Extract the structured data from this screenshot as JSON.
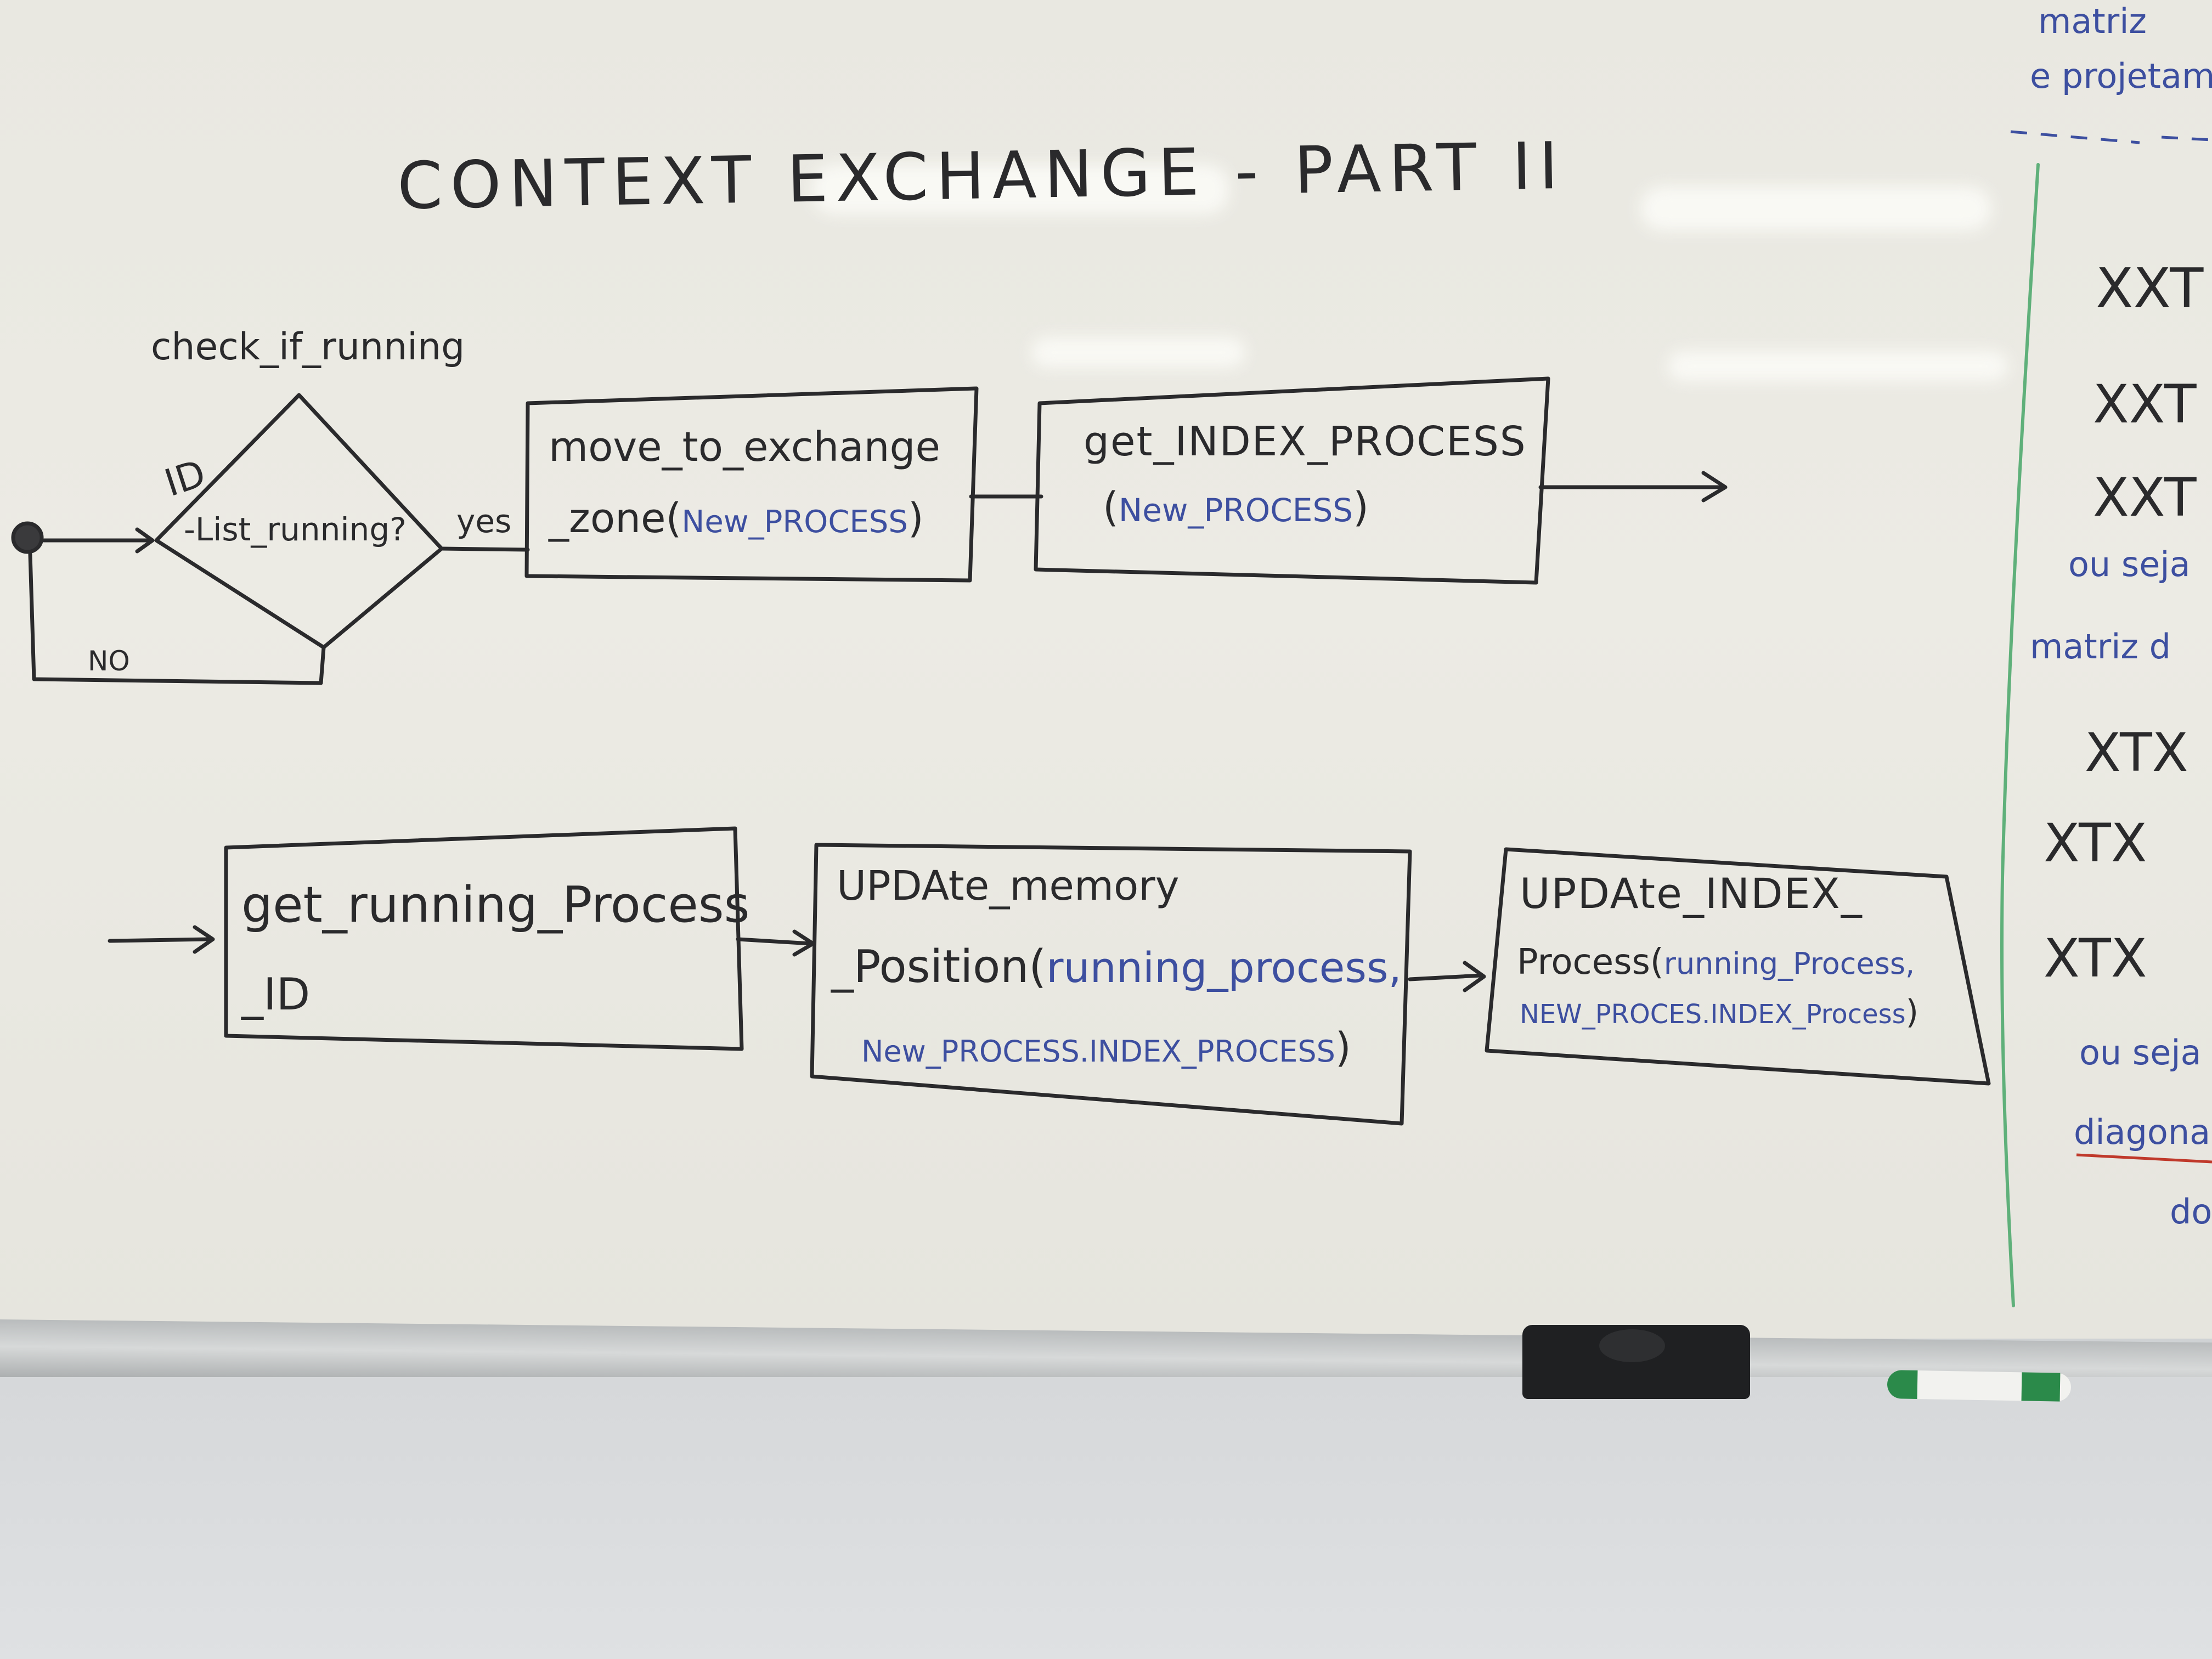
{
  "title": "CONTEXT EXCHANGE - PART II",
  "decision": {
    "top_label": "check_if_running",
    "question_line1": "ID",
    "question_line2": "-List_running?",
    "yes_label": "yes",
    "no_label": "NO"
  },
  "boxes": [
    {
      "line1": "move_to_exchange",
      "line2": "_zone(",
      "arg": "New_PROCESS",
      "close": ")"
    },
    {
      "line1": "get_INDEX_PROCESS",
      "line2": "(",
      "arg": "New_PROCESS",
      "close": ")"
    },
    {
      "line1": "get_running_Process",
      "line2": "_ID"
    },
    {
      "line1": "UPDAte_memory",
      "line2": "_Position(",
      "arg": "running_process,",
      "arg2": "New_PROCESS.INDEX_PROCESS",
      "close": ")"
    },
    {
      "line1": "UPDAte_INDEX_",
      "line2": "Process(",
      "arg": "running_Process,",
      "arg2": "NEW_PROCES.INDEX_Process",
      "close": ")"
    }
  ],
  "side_notes": {
    "lines": [
      "matriz",
      "e projetam",
      "XXT",
      "XXT",
      "XXT",
      "ou seja",
      "matriz d",
      "XTX",
      "XTX",
      "XTX",
      "ou seja",
      "diagonal",
      "do"
    ]
  },
  "colors": {
    "ink_black": "#2a2a2c",
    "ink_blue": "#3d4fa0",
    "ink_green": "#5fb07a",
    "ink_red": "#c0392b"
  }
}
